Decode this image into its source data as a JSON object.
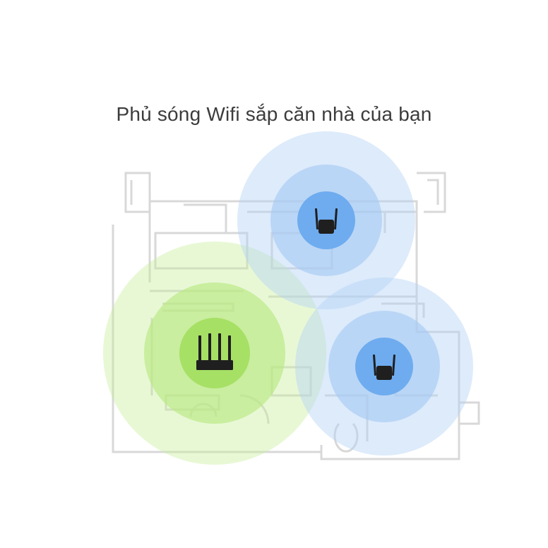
{
  "headline": "Phủ sóng Wifi sắp căn nhà của bạn",
  "colors": {
    "router_zone_outer": "#e3f6cf",
    "router_zone_mid": "#c9ef9f",
    "router_zone_inner": "#a9e46a",
    "extender_zone_outer": "#dbe9fb",
    "extender_zone_mid": "#bcd6f8",
    "extender_zone_inner": "#7ab3f2",
    "device": "#1f1f1f",
    "floorplan_line": "#d4d4d4"
  },
  "devices": [
    {
      "type": "router",
      "icon": "router-icon"
    },
    {
      "type": "extender",
      "icon": "wifi-extender-icon"
    },
    {
      "type": "extender",
      "icon": "wifi-extender-icon"
    }
  ]
}
